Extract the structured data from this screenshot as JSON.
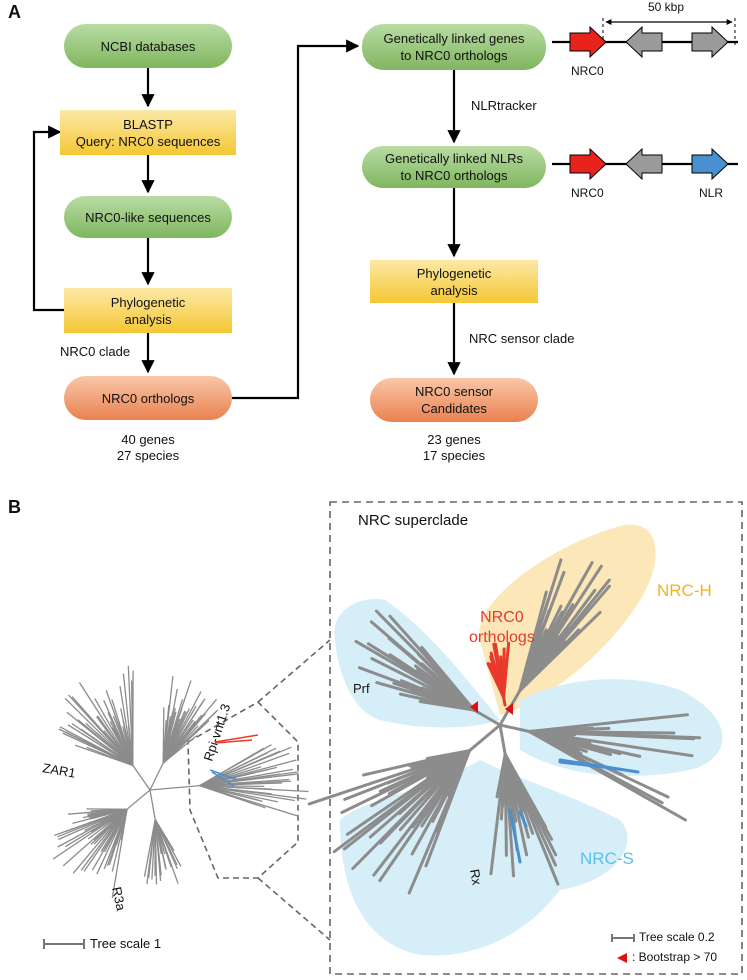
{
  "panel_a": {
    "letter": "A",
    "left_flow": {
      "ncbi": "NCBI databases",
      "blastp_line1": "BLASTP",
      "blastp_line2": "Query: NRC0 sequences",
      "nrc0_like": "NRC0-like sequences",
      "phylo_line1": "Phylogenetic",
      "phylo_line2": "analysis",
      "clade_label": "NRC0 clade",
      "orthologs": "NRC0 orthologs",
      "count_line1": "40 genes",
      "count_line2": "27 species"
    },
    "right_flow": {
      "linked_genes_line1": "Genetically linked genes",
      "linked_genes_line2": "to NRC0 orthologs",
      "tool_label": "NLRtracker",
      "linked_nlrs_line1": "Genetically linked NLRs",
      "linked_nlrs_line2": "to NRC0 orthologs",
      "phylo_line1": "Phylogenetic",
      "phylo_line2": "analysis",
      "sensor_clade_label": "NRC sensor clade",
      "candidates_line1": "NRC0 sensor",
      "candidates_line2": "Candidates",
      "count_line1": "23 genes",
      "count_line2": "17 species"
    },
    "gene_diagram": {
      "distance": "50 kbp",
      "nrc0_label_top": "NRC0",
      "nrc0_label_bottom": "NRC0",
      "nlr_label": "NLR",
      "colors": {
        "nrc0": "#e8231b",
        "other": "#9a9a9a",
        "nlr": "#4a8fd0"
      }
    }
  },
  "panel_b": {
    "letter": "B",
    "overview_labels": {
      "zar1": "ZAR1",
      "rpi": "Rpi-vnt1.3",
      "r3a": "R3a"
    },
    "overview_scale": "Tree scale 1",
    "superclade_title": "NRC superclade",
    "clades": {
      "nrc_h": "NRC-H",
      "nrc_s": "NRC-S",
      "nrc0_line1": "NRC0",
      "nrc0_line2": "orthologs",
      "prf": "Prf",
      "rx": "Rx"
    },
    "zoom_scale": "Tree scale 0.2",
    "bootstrap_note": ": Bootstrap > 70",
    "colors": {
      "branch": "#8c8c8c",
      "nrc0": "#e8392b",
      "nrc_h_fill": "#fbe7b7",
      "nrc_s_fill": "#d6eef8",
      "nrc_h_text": "#f0b323",
      "nrc_s_text": "#5cc0e8",
      "sensor": "#4a8fd0"
    }
  }
}
